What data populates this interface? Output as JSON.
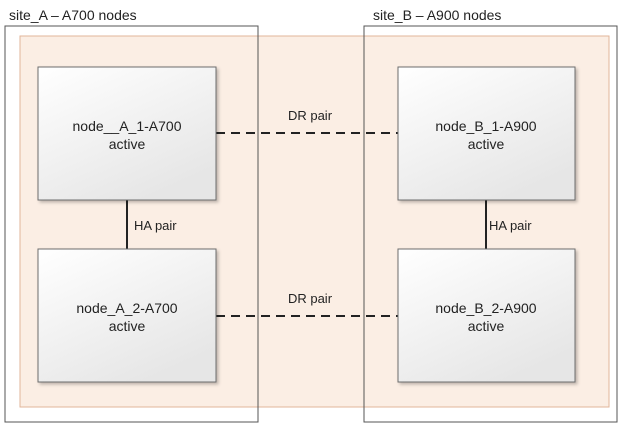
{
  "sites": {
    "a": {
      "title": "site_A – A700 nodes"
    },
    "b": {
      "title": "site_B – A900 nodes"
    }
  },
  "nodes": {
    "a1": {
      "name": "node__A_1-A700",
      "state": "active"
    },
    "a2": {
      "name": "node_A_2-A700",
      "state": "active"
    },
    "b1": {
      "name": "node_B_1-A900",
      "state": "active"
    },
    "b2": {
      "name": "node_B_2-A900",
      "state": "active"
    }
  },
  "connections": {
    "dr_top": "DR pair",
    "dr_bottom": "DR pair",
    "ha_left": "HA pair",
    "ha_right": "HA pair"
  },
  "colors": {
    "cluster_fill": "#fbeee4",
    "cluster_stroke": "#e2b59a",
    "node_stroke": "#6d6d6d",
    "site_stroke": "#555555",
    "line": "#222222"
  }
}
